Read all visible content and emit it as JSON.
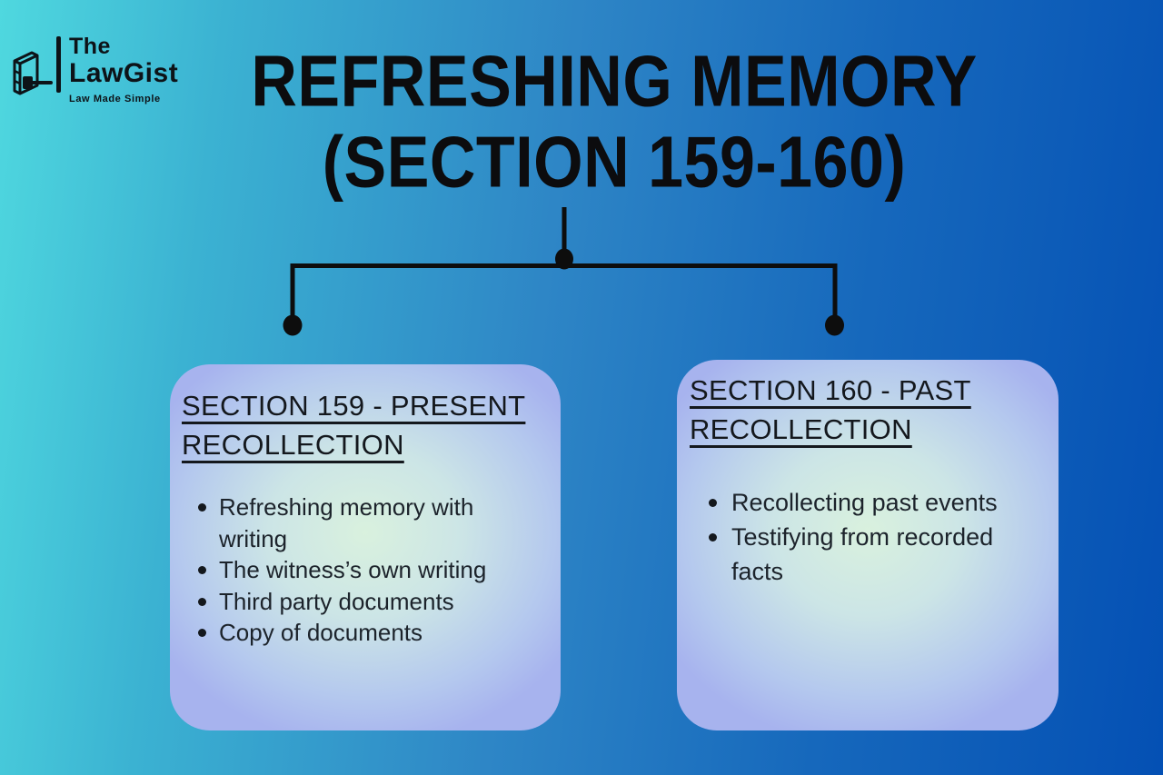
{
  "logo": {
    "brand_top": "The",
    "brand_bottom": "LawGist",
    "tagline": "Law Made Simple"
  },
  "title": {
    "line1": "REFRESHING MEMORY",
    "line2": "(SECTION 159-160)"
  },
  "cards": [
    {
      "heading": "SECTION 159 - PRESENT RECOLLECTION",
      "bullets": [
        "Refreshing memory with writing",
        "The witness’s own writing",
        "Third party documents",
        "Copy of documents"
      ]
    },
    {
      "heading": "SECTION 160 - PAST RECOLLECTION",
      "bullets": [
        "Recollecting past events",
        "Testifying from recorded facts"
      ]
    }
  ],
  "colors": {
    "background_left": "#4fd8df",
    "background_right": "#0450b4",
    "card_edge": "#a7b3ee",
    "card_center": "#d9f1de",
    "connector": "#0d0d0d",
    "text_dark": "#14181d"
  }
}
